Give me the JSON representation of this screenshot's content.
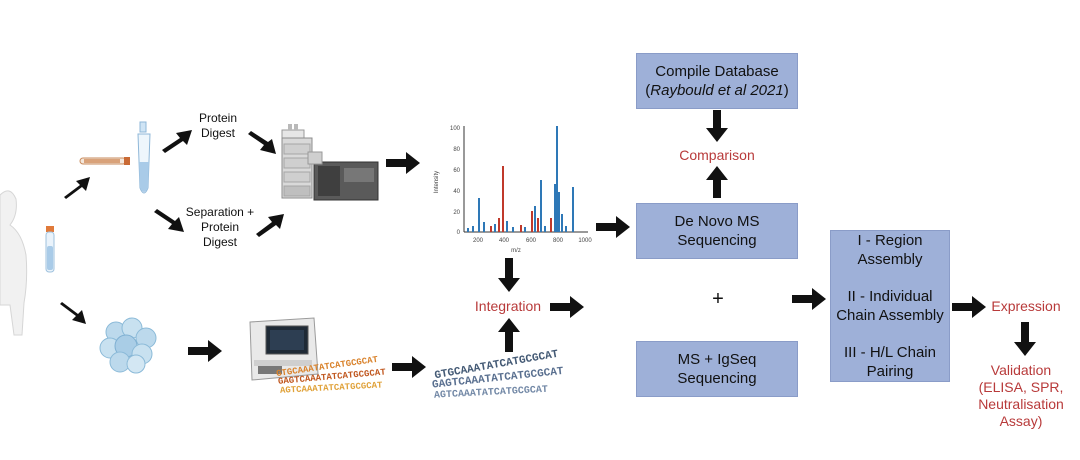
{
  "labels": {
    "protein_digest": [
      "Protein",
      "Digest"
    ],
    "separation_digest": [
      "Separation +",
      "Protein",
      "Digest"
    ],
    "integration": "Integration",
    "comparison": "Comparison",
    "plus": "+",
    "expression": "Expression",
    "validation": [
      "Validation",
      "(ELISA, SPR,",
      "Neutralisation",
      "Assay)"
    ]
  },
  "boxes": {
    "compile_db": {
      "line1": "Compile Database",
      "line2_open": "(",
      "line2_ital": "Raybould et al 2021",
      "line2_close": ")"
    },
    "denovo": [
      "De Novo MS",
      "Sequencing"
    ],
    "msigseq": [
      "MS + IgSeq",
      "Sequencing"
    ],
    "assembly": [
      "I - Region",
      "Assembly",
      "",
      "II - Individual",
      "Chain Assembly",
      "",
      "III - H/L Chain",
      "Pairing"
    ]
  },
  "spectrum": {
    "y_ticks": [
      "100",
      "80",
      "60",
      "40",
      "20",
      "0"
    ],
    "x_ticks": [
      "200",
      "400",
      "600",
      "800",
      "1000"
    ],
    "ylabel": "Intensity",
    "xlabel": "m/z"
  },
  "dna_text": [
    "GTGCAAATATCATGCGCAT",
    "GAGTCAAATATCATGCGCAT",
    "AGTCAAATATCATGCGCAT"
  ],
  "colors": {
    "box": "#9eb0d8",
    "red_text": "#b83a3a",
    "blue_peak": "#2e78b7",
    "red_peak": "#c0392b"
  }
}
